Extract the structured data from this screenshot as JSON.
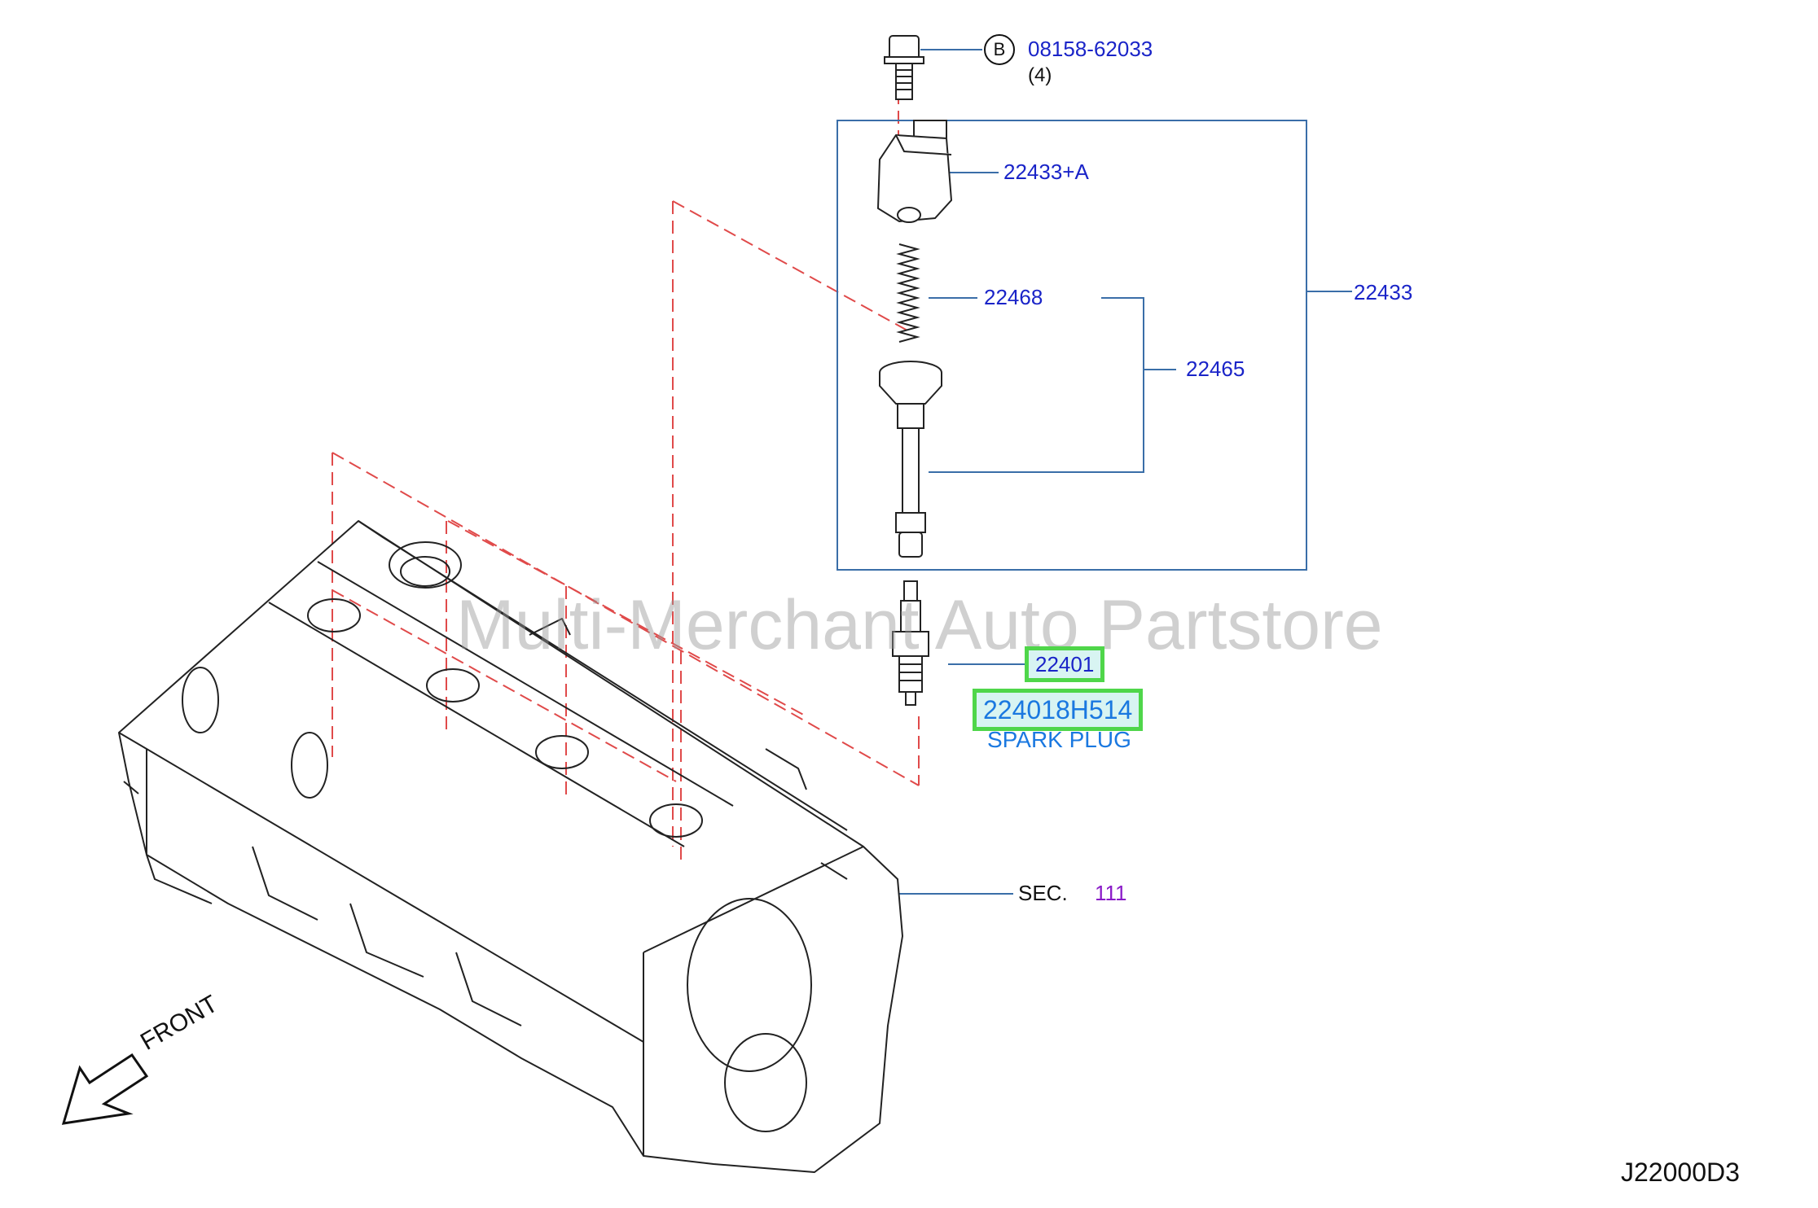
{
  "watermark": "Multi-Merchant Auto Partstore",
  "bolt": {
    "ref_letter": "B",
    "part_number": "08158-62033",
    "qty": "(4)"
  },
  "callouts": {
    "coil_assy": "22433+A",
    "spring": "22468",
    "boot_group": "22465",
    "coil_group": "22433",
    "spark_plug_ref": "22401",
    "spark_plug_part": "224018H514",
    "spark_plug_name": "SPARK PLUG"
  },
  "section": {
    "prefix": "SEC.",
    "number": "111"
  },
  "direction": "FRONT",
  "diagram_id": "J22000D3",
  "colors": {
    "part_number": "#1a24c8",
    "highlight": "#4fd64a",
    "leader": "#3a6ea8",
    "dash": "#e04a4a",
    "section_number": "#8a1ac8"
  }
}
